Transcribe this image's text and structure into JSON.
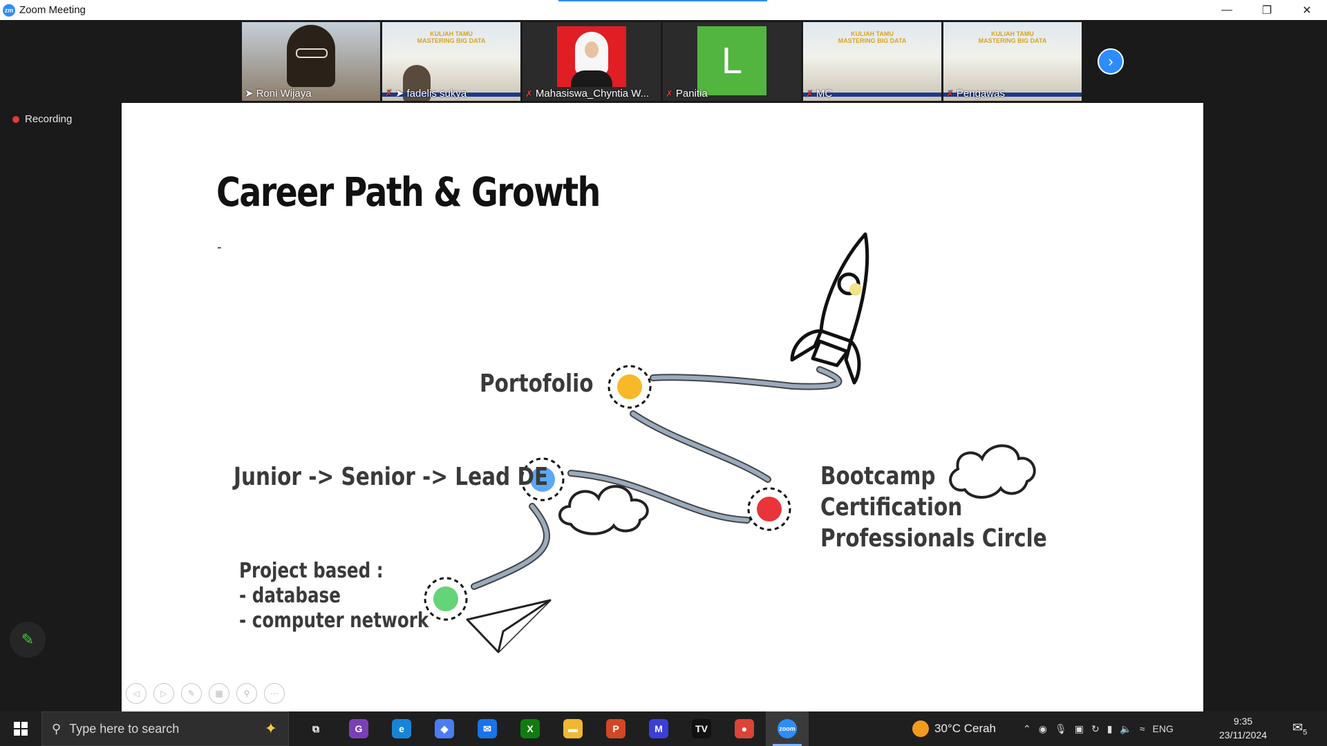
{
  "window": {
    "title": "Zoom Meeting",
    "logo_text": "zm"
  },
  "participants": [
    {
      "name": "Roni Wijaya",
      "type": "video",
      "speaking": true
    },
    {
      "name": "fadelis sukya",
      "type": "banner"
    },
    {
      "name": "Mahasiswa_Chyntia W...",
      "type": "photo"
    },
    {
      "name": "Panitia",
      "type": "initial",
      "initial": "L"
    },
    {
      "name": "MC",
      "type": "banner"
    },
    {
      "name": "Pengawas",
      "type": "banner"
    }
  ],
  "banner_text": "KULIAH TAMU MASTERING BIG DATA",
  "recording": {
    "label": "Recording"
  },
  "slide": {
    "title": "Career Path & Growth",
    "dash": "-",
    "labels": {
      "portfolio": "Portofolio",
      "career": "Junior -> Senior -> Lead DE",
      "right": [
        "Bootcamp",
        "Certification",
        "Professionals Circle"
      ],
      "project": [
        "Project based :",
        "- database",
        "- computer network"
      ]
    },
    "node_colors": {
      "portfolio": "#f7b928",
      "career": "#5aa9f5",
      "bootcamp": "#e8343a",
      "project": "#63d477"
    }
  },
  "taskbar": {
    "search_placeholder": "Type here to search",
    "apps": [
      {
        "name": "task-view-icon",
        "glyph": "⧉",
        "color": "#1f1f1f"
      },
      {
        "name": "pdf-app-icon",
        "glyph": "G",
        "color": "#7b3fb5"
      },
      {
        "name": "edge-icon",
        "glyph": "e",
        "color": "#1784d6"
      },
      {
        "name": "copilot-icon",
        "glyph": "◆",
        "color": "#4b7cf2"
      },
      {
        "name": "mail-icon",
        "glyph": "✉",
        "color": "#1a73e8"
      },
      {
        "name": "xbox-icon",
        "glyph": "X",
        "color": "#107c10"
      },
      {
        "name": "file-explorer-icon",
        "glyph": "▬",
        "color": "#f2b632"
      },
      {
        "name": "powerpoint-icon",
        "glyph": "P",
        "color": "#d24726"
      },
      {
        "name": "app-m-icon",
        "glyph": "M",
        "color": "#3b3fd8"
      },
      {
        "name": "tradingview-icon",
        "glyph": "TV",
        "color": "#111111"
      },
      {
        "name": "chrome-icon",
        "glyph": "●",
        "color": "#db4437"
      },
      {
        "name": "zoom-taskbar-icon",
        "glyph": "zoom",
        "color": "#2d8cff"
      }
    ],
    "weather": "30°C  Cerah",
    "language": "ENG",
    "time": "9:35",
    "date": "23/11/2024",
    "notifications": "5"
  }
}
